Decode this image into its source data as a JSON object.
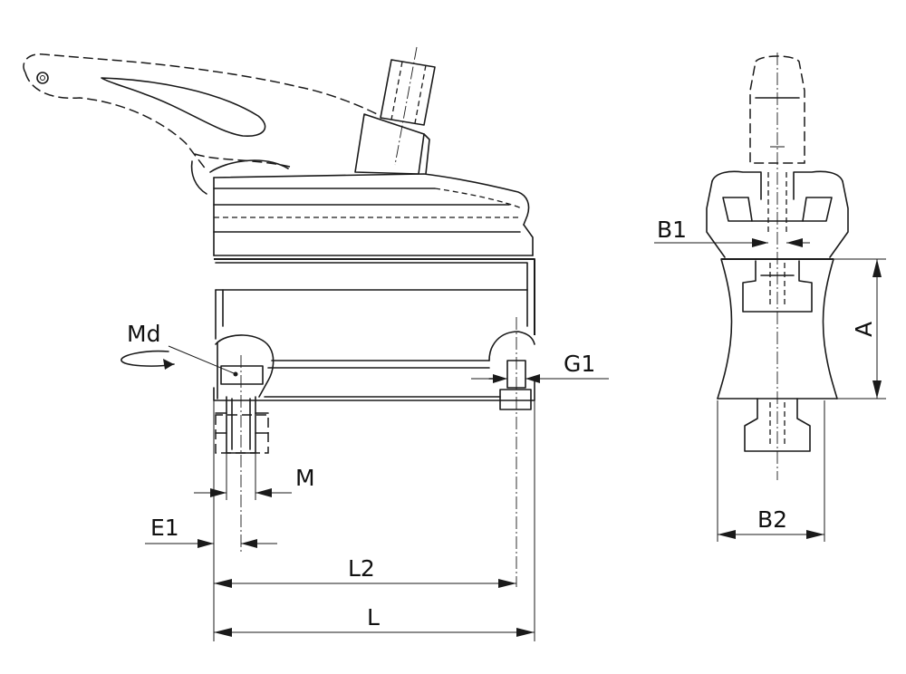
{
  "labels": {
    "md": "Md",
    "g1": "G1",
    "m": "M",
    "e1": "E1",
    "l2": "L2",
    "l": "L",
    "b1": "B1",
    "a": "A",
    "b2": "B2"
  }
}
